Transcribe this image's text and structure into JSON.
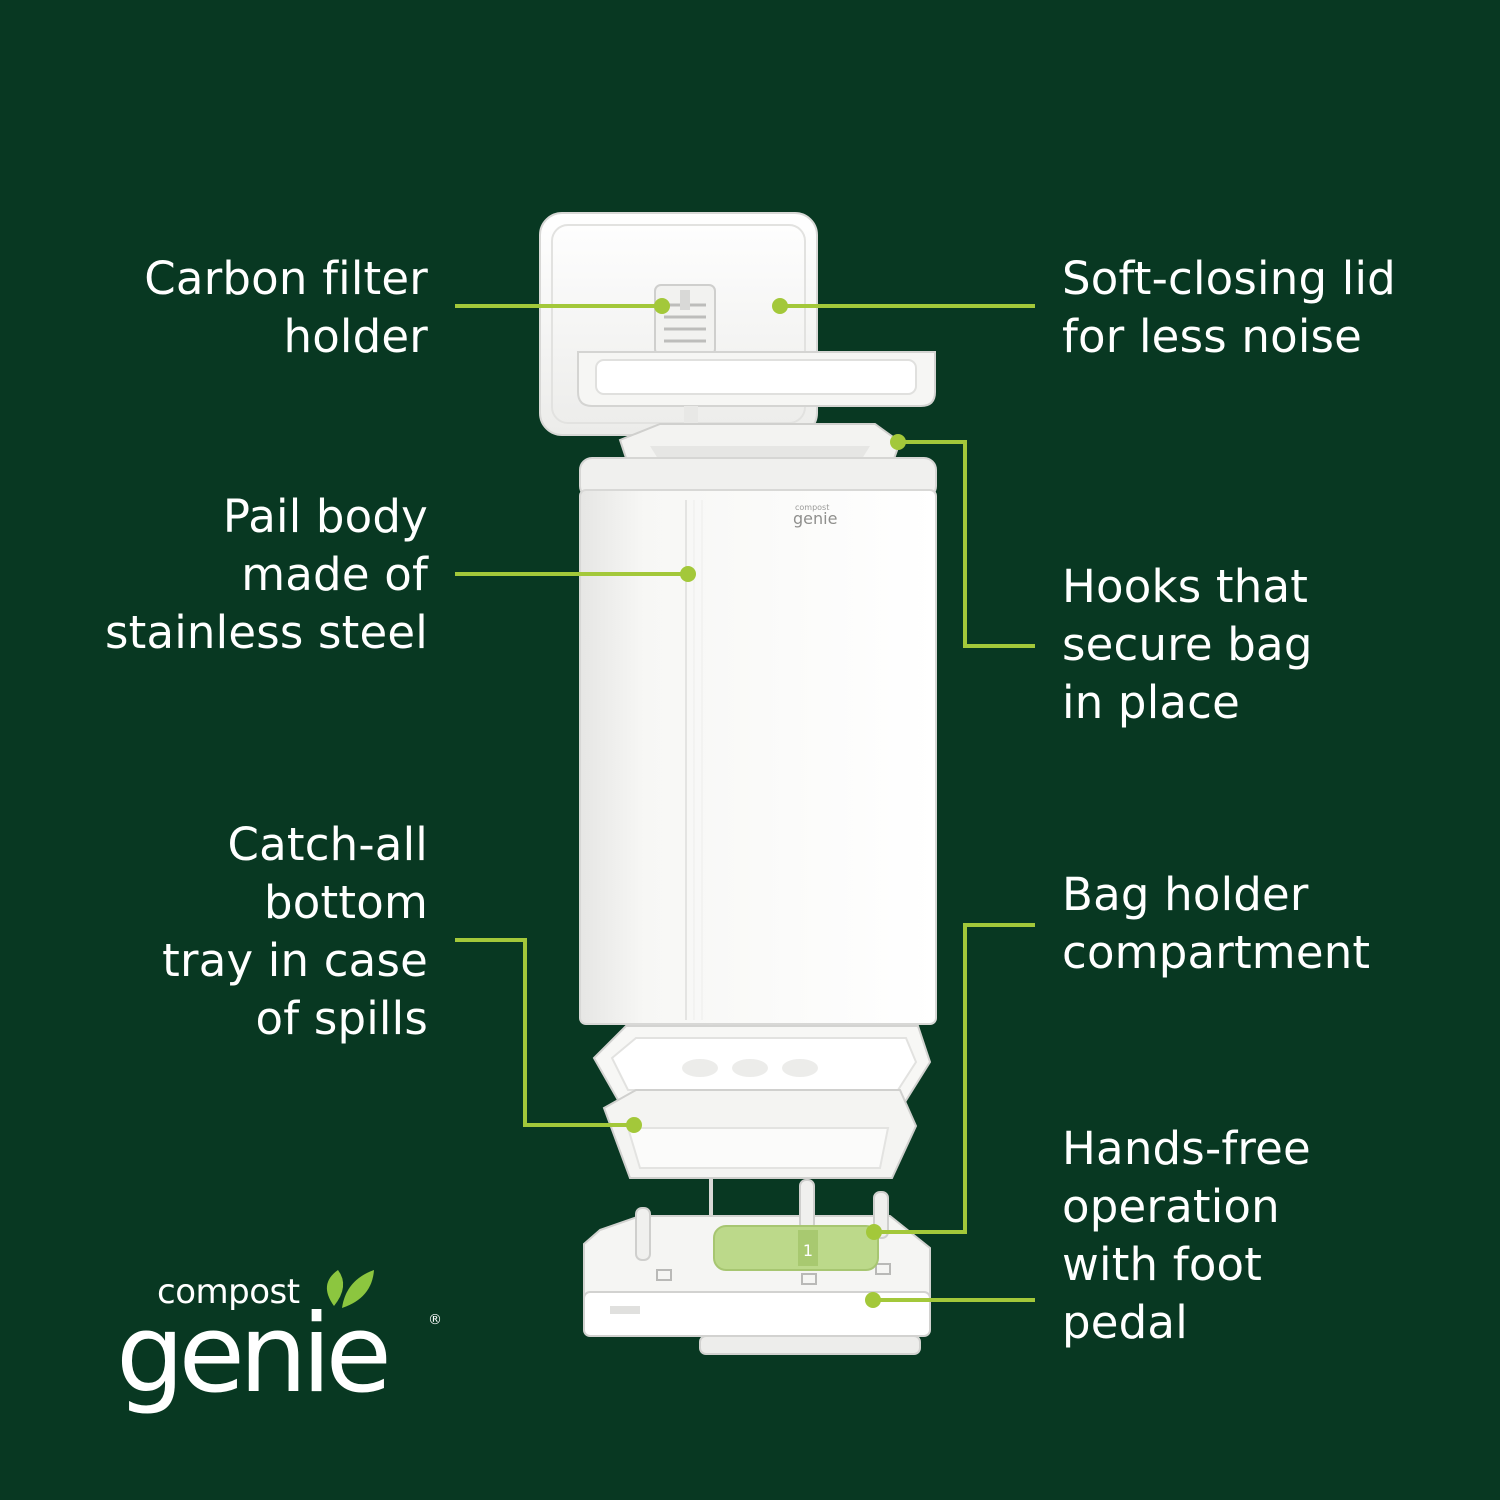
{
  "callouts": {
    "carbon_filter": [
      "Carbon filter",
      "holder"
    ],
    "soft_lid": [
      "Soft-closing lid",
      "for less noise"
    ],
    "pail_body": [
      "Pail body",
      "made of",
      "stainless steel"
    ],
    "hooks": [
      "Hooks that",
      "secure bag",
      "in place"
    ],
    "catch_tray": [
      "Catch-all",
      "bottom",
      "tray in case",
      "of spills"
    ],
    "bag_holder": [
      "Bag holder",
      "compartment"
    ],
    "hands_free": [
      "Hands-free",
      "operation",
      "with foot",
      "pedal"
    ]
  },
  "brand": {
    "small": "compost",
    "big": "genie",
    "reg_mark": "®",
    "pail_logo_small": "compost",
    "pail_logo_big": "genie"
  },
  "roll_number": "1",
  "colors": {
    "background": "#083822",
    "accent_line": "#a3c83a",
    "text": "#ffffff",
    "leaf": "#8cc63f"
  }
}
